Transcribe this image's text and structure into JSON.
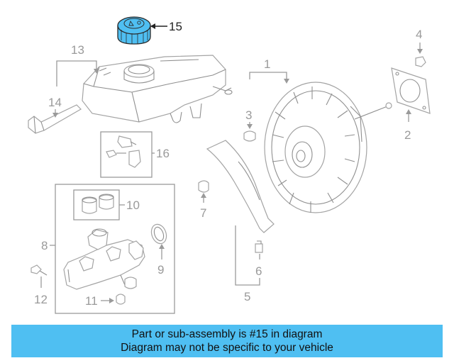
{
  "callouts": {
    "c1": "1",
    "c2": "2",
    "c3": "3",
    "c4": "4",
    "c5": "5",
    "c6": "6",
    "c7": "7",
    "c8": "8",
    "c9": "9",
    "c10": "10",
    "c11": "11",
    "c12": "12",
    "c13": "13",
    "c14": "14",
    "c15": "15",
    "c16": "16"
  },
  "highlight_part": "15",
  "colors": {
    "highlight": "#4fbff2",
    "line": "#9a9a9a"
  },
  "banner": {
    "line1": "Part or sub-assembly is #15 in diagram",
    "line2": "Diagram may not be specific to your vehicle"
  }
}
